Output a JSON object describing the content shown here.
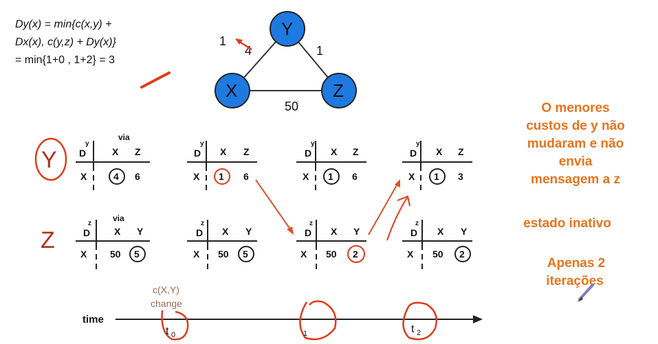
{
  "formula": {
    "line1": "Dy(x) = min{c(x,y) +",
    "line2": "Dx(x), c(y,z) + Dy(x)}",
    "line3": "= min{1+0 , 1+2} = 3"
  },
  "graph": {
    "nodes": [
      {
        "id": "Y",
        "label": "Y"
      },
      {
        "id": "X",
        "label": "X"
      },
      {
        "id": "Z",
        "label": "Z"
      }
    ],
    "edges": {
      "xy_old": "4",
      "xy_new": "1",
      "yz": "1",
      "xz": "50"
    }
  },
  "tables": {
    "header_d": "D",
    "header_sup_y": "y",
    "header_sup_z": "z",
    "col_x": "X",
    "col_y": "Y",
    "col_z": "Z",
    "row_x": "X",
    "via": "via",
    "y_row": {
      "name": "Y",
      "values": [
        {
          "xx": "4",
          "xz": "6"
        },
        {
          "xx": "1",
          "xz": "6"
        },
        {
          "xx": "1",
          "xz": "6"
        },
        {
          "xx": "1",
          "xz": "3"
        }
      ]
    },
    "z_row": {
      "name": "Z",
      "values": [
        {
          "xx": "50",
          "xy": "5"
        },
        {
          "xx": "50",
          "xy": "5"
        },
        {
          "xx": "50",
          "xy": "2"
        },
        {
          "xx": "50",
          "xy": "2"
        }
      ]
    }
  },
  "notes": {
    "lines": [
      "O menores",
      "custos de y não",
      "mudaram e não",
      "envia",
      "mensagem a z"
    ],
    "inactive": "estado inativo",
    "iterations": [
      "Apenas 2",
      "iterações"
    ]
  },
  "timeline": {
    "label": "time",
    "change_line1": "c(X,Y)",
    "change_line2": "change",
    "t0": "t",
    "t0_sub": "0",
    "t1_sub": "1",
    "t2": "t",
    "t2_sub": "2"
  },
  "colors": {
    "node_fill": "#1e7ae0",
    "annotation_red": "#e23b1a",
    "note_orange": "#e8741c",
    "arrow_red": "#e0502a"
  }
}
